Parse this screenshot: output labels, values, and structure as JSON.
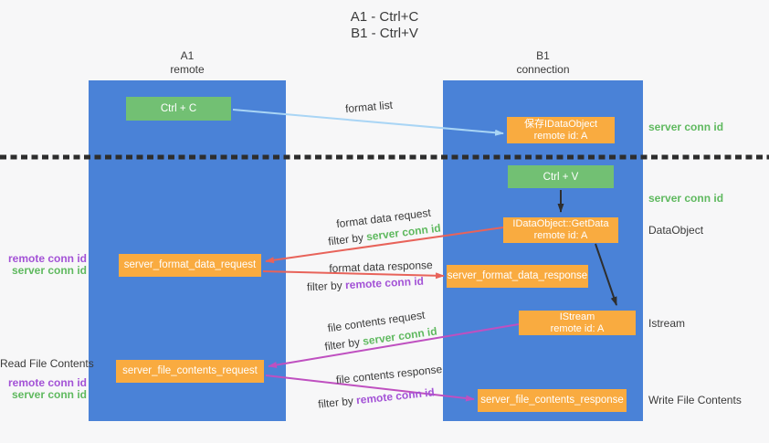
{
  "title": {
    "line1": "A1 - Ctrl+C",
    "line2": "B1 - Ctrl+V"
  },
  "lanes": {
    "left": {
      "name": "A1",
      "role": "remote"
    },
    "right": {
      "name": "B1",
      "role": "connection"
    }
  },
  "nodes": {
    "ctrl_c": {
      "label": "Ctrl + C"
    },
    "ctrl_v": {
      "label": "Ctrl + V"
    },
    "save_dataobject": {
      "line1": "保存IDataObject",
      "line2": "remote id: A"
    },
    "getdata": {
      "line1": "IDataObject::GetData",
      "line2": "remote id: A"
    },
    "istream": {
      "line1": "IStream",
      "line2": "remote id: A"
    },
    "format_request": {
      "label": "server_format_data_request"
    },
    "format_response": {
      "label": "server_format_data_response"
    },
    "file_request": {
      "label": "server_file_contents_request"
    },
    "file_response": {
      "label": "server_file_contents_response"
    }
  },
  "flow_labels": {
    "format_list": "format list",
    "format_data_request": "format data request",
    "format_data_response": "format data response",
    "file_contents_request": "file contents request",
    "file_contents_response": "file contents response",
    "filter_by": "filter by ",
    "server_conn_id": "server conn id",
    "remote_conn_id": "remote conn id"
  },
  "side_labels": {
    "dataobject": "DataObject",
    "istream": "Istream",
    "read_file_contents": "Read File Contents",
    "write_file_contents": "Write File Contents"
  },
  "colors": {
    "lane_blue": "#4a82d7",
    "node_green": "#72c073",
    "node_orange": "#f9ab40",
    "arrow_red": "#e8635a",
    "arrow_magenta": "#bf50c0",
    "arrow_lightblue": "#a9d5f5",
    "arrow_black": "#2e2e2e",
    "divider_black": "#2d2d2d",
    "conn_green": "#5fb95f",
    "conn_purple": "#a352d6"
  }
}
